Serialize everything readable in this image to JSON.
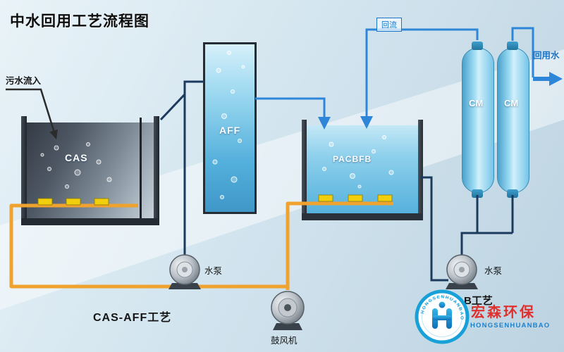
{
  "title": "中水回用工艺流程图",
  "labels": {
    "inflow": "污水流入",
    "reflux": "回流",
    "reuse_water": "回用水",
    "pump_left": "水泵",
    "pump_right": "水泵",
    "blower": "鼓风机",
    "process_left": "CAS-AFF工艺",
    "process_right": "B工艺"
  },
  "units": {
    "cas": "CAS",
    "aff": "AFF",
    "pacbfb": "PACBFB",
    "cm_left": "CM",
    "cm_right": "CM"
  },
  "logo": {
    "name_cn": "宏森环保",
    "name_en": "HONGSENHUANBAO",
    "ring_text": "HONGSENHUANBAO"
  },
  "colors": {
    "flow_blue": "#2e86d8",
    "dark_line": "#1b3a5e",
    "pipe_orange": "#f0a22e",
    "diffuser_yellow": "#f2cf0c",
    "label_blue": "#1a74c8",
    "logo_red": "#e0302e",
    "logo_blue": "#18a0d8"
  }
}
